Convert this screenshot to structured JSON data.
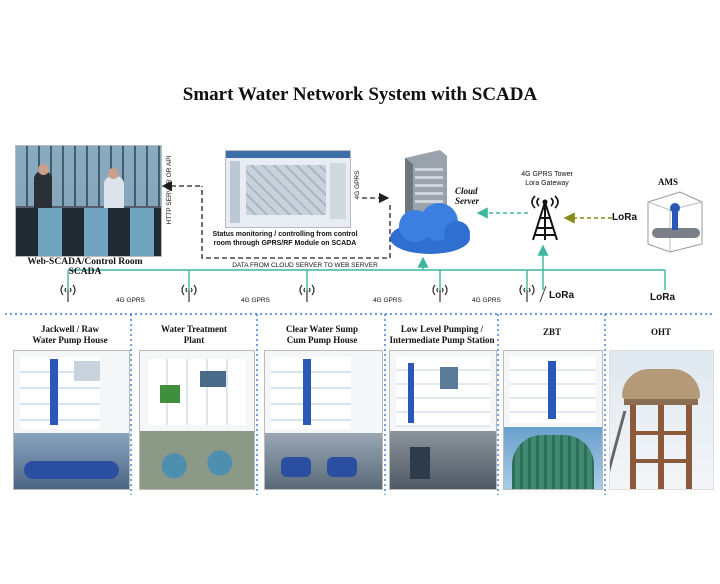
{
  "title": "Smart Water Network System with SCADA",
  "control_room": {
    "caption": "Web-SCADA/Control Room SCADA"
  },
  "http_label": "HTTP SERVER OR API",
  "monitoring": {
    "line1": "Status monitoring / controlling from control",
    "line2": "room through GPRS/RF Module on SCADA"
  },
  "gprs_vertical": "4G GPRS",
  "data_link": "DATA FROM CLOUD SERVER TO WEB SERVER",
  "cloud": {
    "line1": "Cloud",
    "line2": "Server"
  },
  "tower": {
    "line1": "4G GPRS Tower",
    "line2": "Lora Gateway"
  },
  "ams": "AMS",
  "lora": "LoRa",
  "gprs_labels": [
    "4G GPRS",
    "4G GPRS",
    "4G GPRS",
    "4G GPRS"
  ],
  "stations": [
    {
      "line1": "Jackwell / Raw",
      "line2": "Water Pump House"
    },
    {
      "line1": "Water Treatment",
      "line2": "Plant"
    },
    {
      "line1": "Clear Water Sump",
      "line2": "Cum Pump House"
    },
    {
      "line1": "Low Level Pumping /",
      "line2": "Intermediate Pump Station"
    },
    {
      "line1": "ZBT",
      "line2": ""
    },
    {
      "line1": "OHT",
      "line2": ""
    }
  ],
  "colors": {
    "network_line": "#3fb6a0",
    "cloud": "#2f6fd0",
    "divider": "#3a7bd5",
    "tank": "#b59a7a"
  }
}
